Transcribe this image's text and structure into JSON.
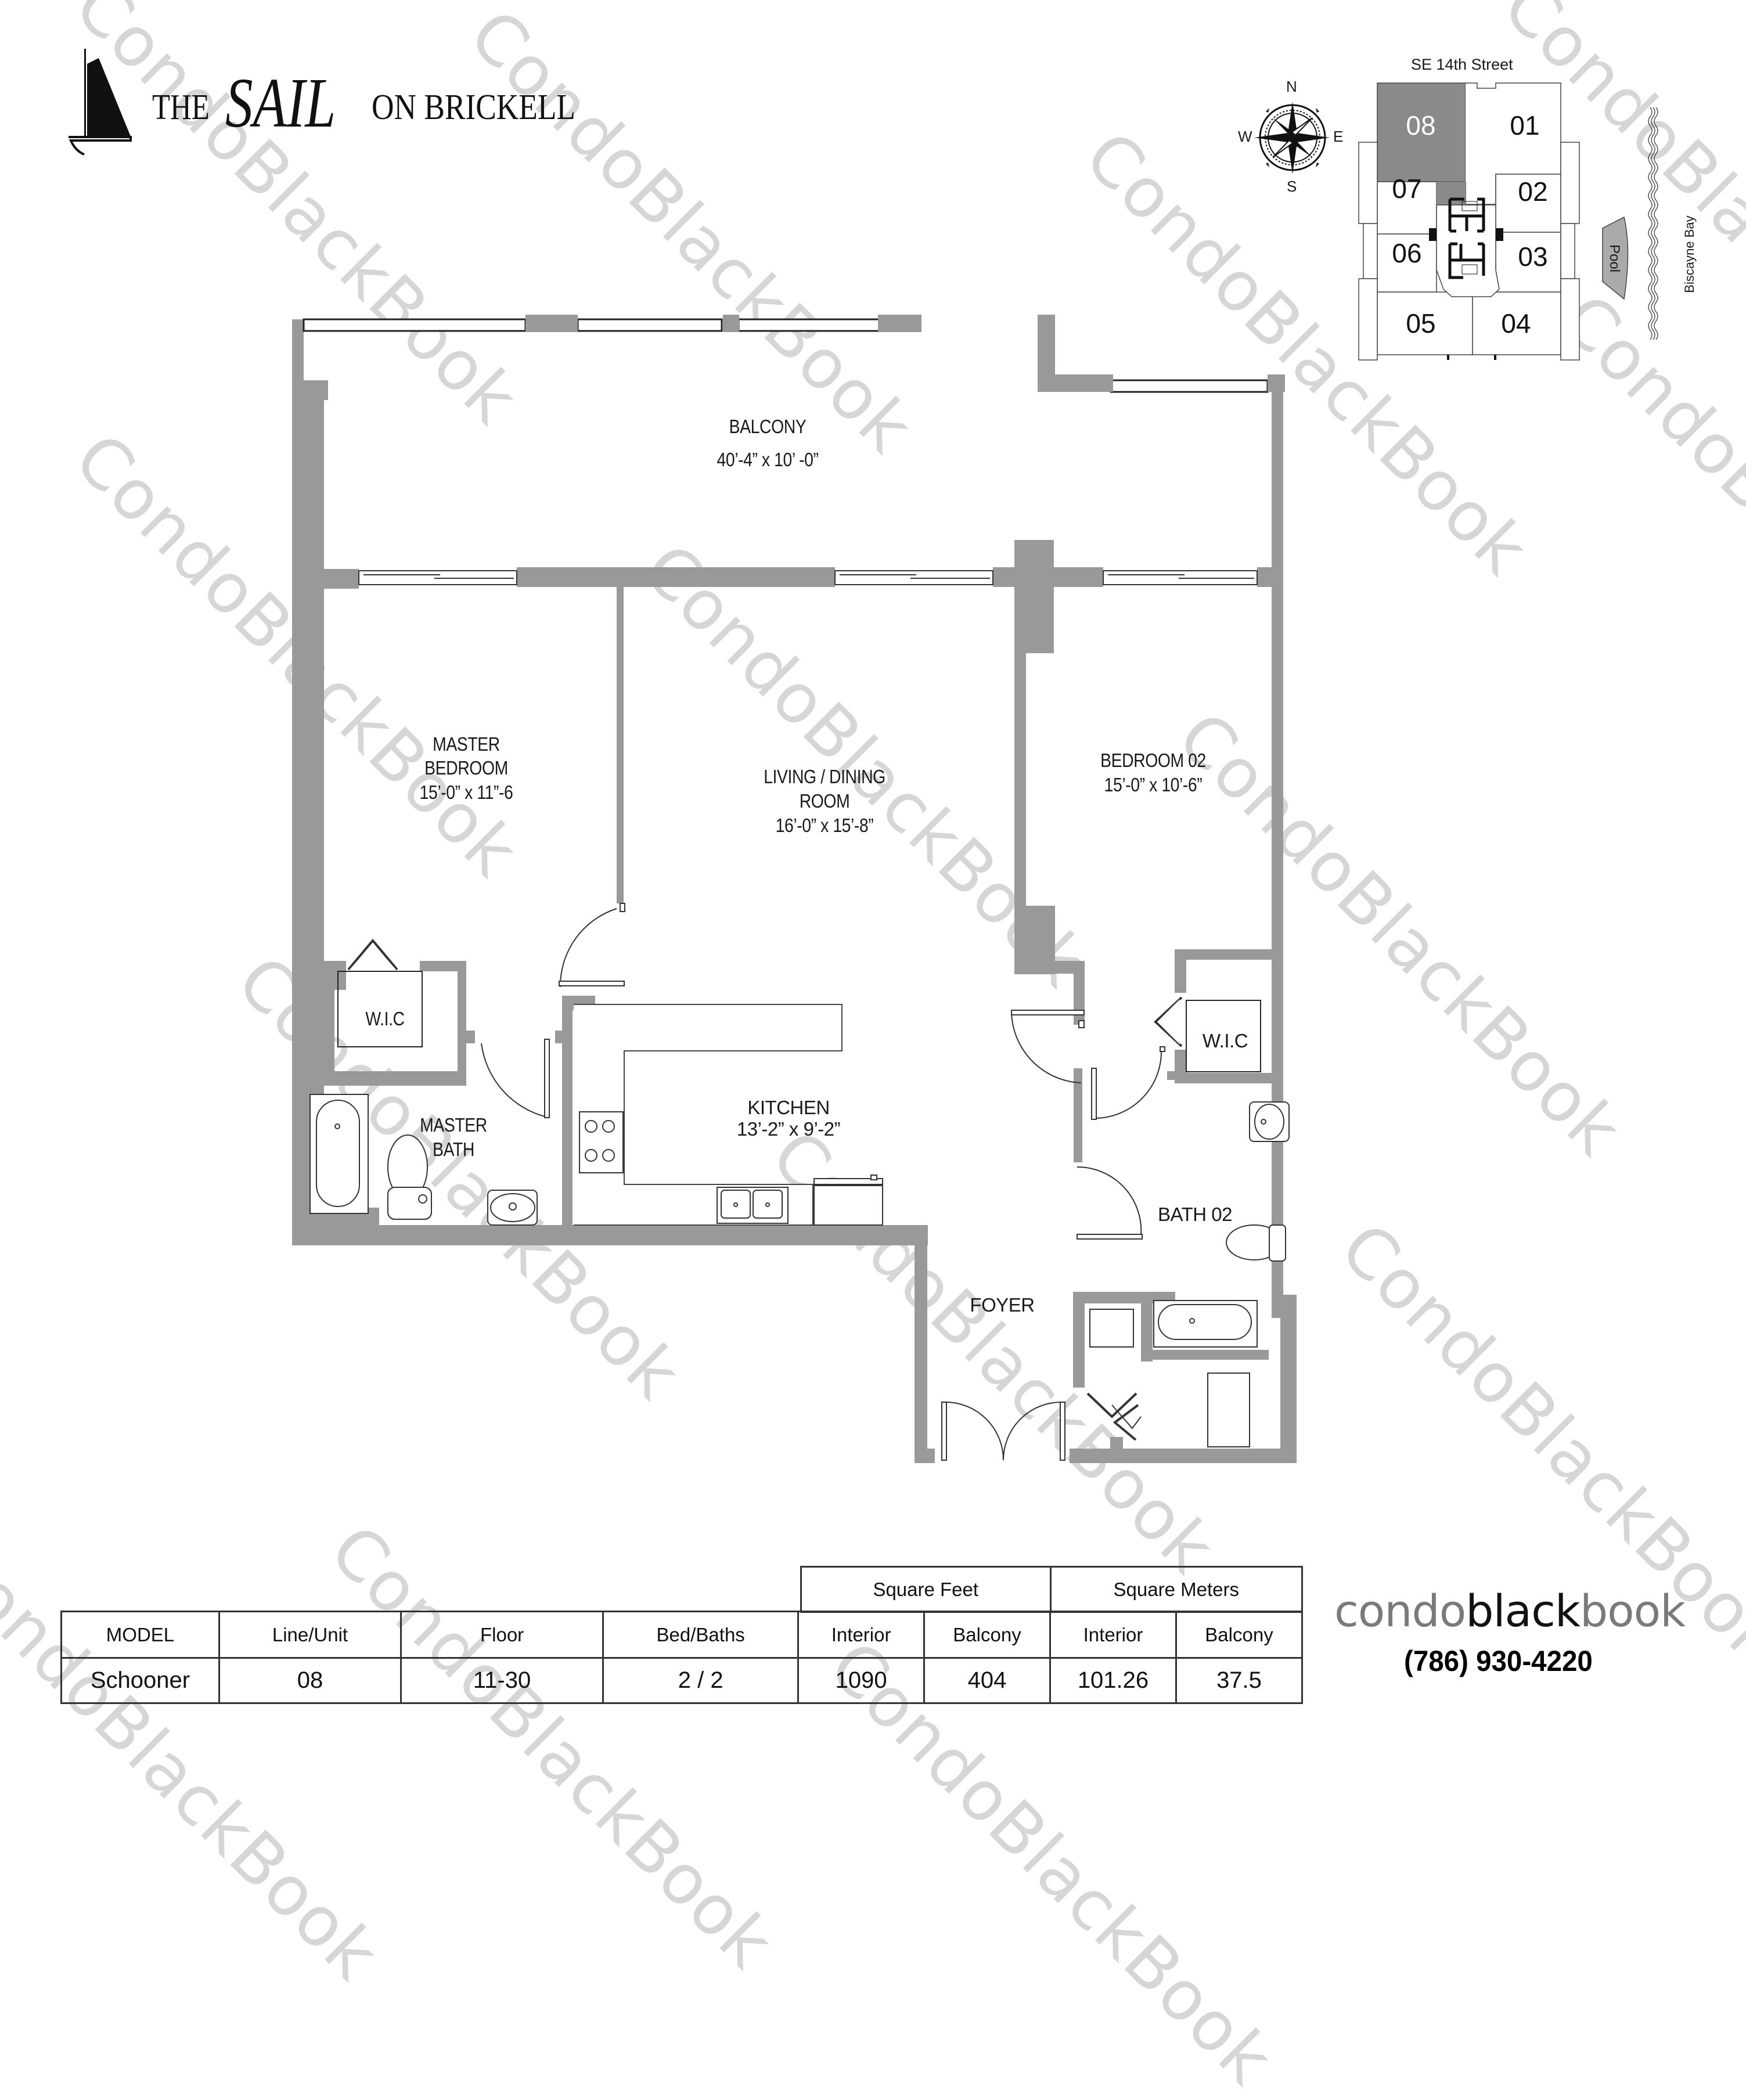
{
  "logo": {
    "prefix": "THE",
    "main": "SAIL",
    "suffix": "ON BRICKELL"
  },
  "watermark": "CondoBlackBook",
  "keyplan": {
    "street": "SE 14th Street",
    "water": "Biscayne Bay",
    "pool": "Pool",
    "compass": {
      "n": "N",
      "s": "S",
      "e": "E",
      "w": "W"
    },
    "units": [
      "08",
      "01",
      "07",
      "02",
      "06",
      "03",
      "05",
      "04"
    ],
    "selected_unit": "08",
    "selected_color": "#8a8a8a"
  },
  "floorplan": {
    "wall_color": "#999999",
    "rooms": {
      "balcony": {
        "name": "BALCONY",
        "dims": "40’-4” x 10’ -0”"
      },
      "master_bedroom": {
        "name_l1": "MASTER",
        "name_l2": "BEDROOM",
        "dims": "15’-0” x 11”-6"
      },
      "living": {
        "name_l1": "LIVING / DINING",
        "name_l2": "ROOM",
        "dims": "16’-0” x 15’-8”"
      },
      "bedroom02": {
        "name": "BEDROOM 02",
        "dims": "15’-0” x 10’-6”"
      },
      "wic_master": {
        "name": "W.I.C"
      },
      "master_bath": {
        "name_l1": "MASTER",
        "name_l2": "BATH"
      },
      "kitchen": {
        "name": "KITCHEN",
        "dims": "13’-2” x 9’-2”"
      },
      "wic_02": {
        "name": "W.I.C"
      },
      "bath02": {
        "name": "BATH 02"
      },
      "foyer": {
        "name": "FOYER"
      }
    }
  },
  "spec_table": {
    "group_headers": {
      "sqft": "Square Feet",
      "sqm": "Square Meters"
    },
    "headers": [
      "MODEL",
      "Line/Unit",
      "Floor",
      "Bed/Baths",
      "Interior",
      "Balcony",
      "Interior",
      "Balcony"
    ],
    "row": [
      "Schooner",
      "08",
      "11-30",
      "2 / 2",
      "1090",
      "404",
      "101.26",
      "37.5"
    ]
  },
  "brand": {
    "part1": "condo",
    "part2": "black",
    "part3": "book",
    "phone": "(786) 930-4220"
  }
}
